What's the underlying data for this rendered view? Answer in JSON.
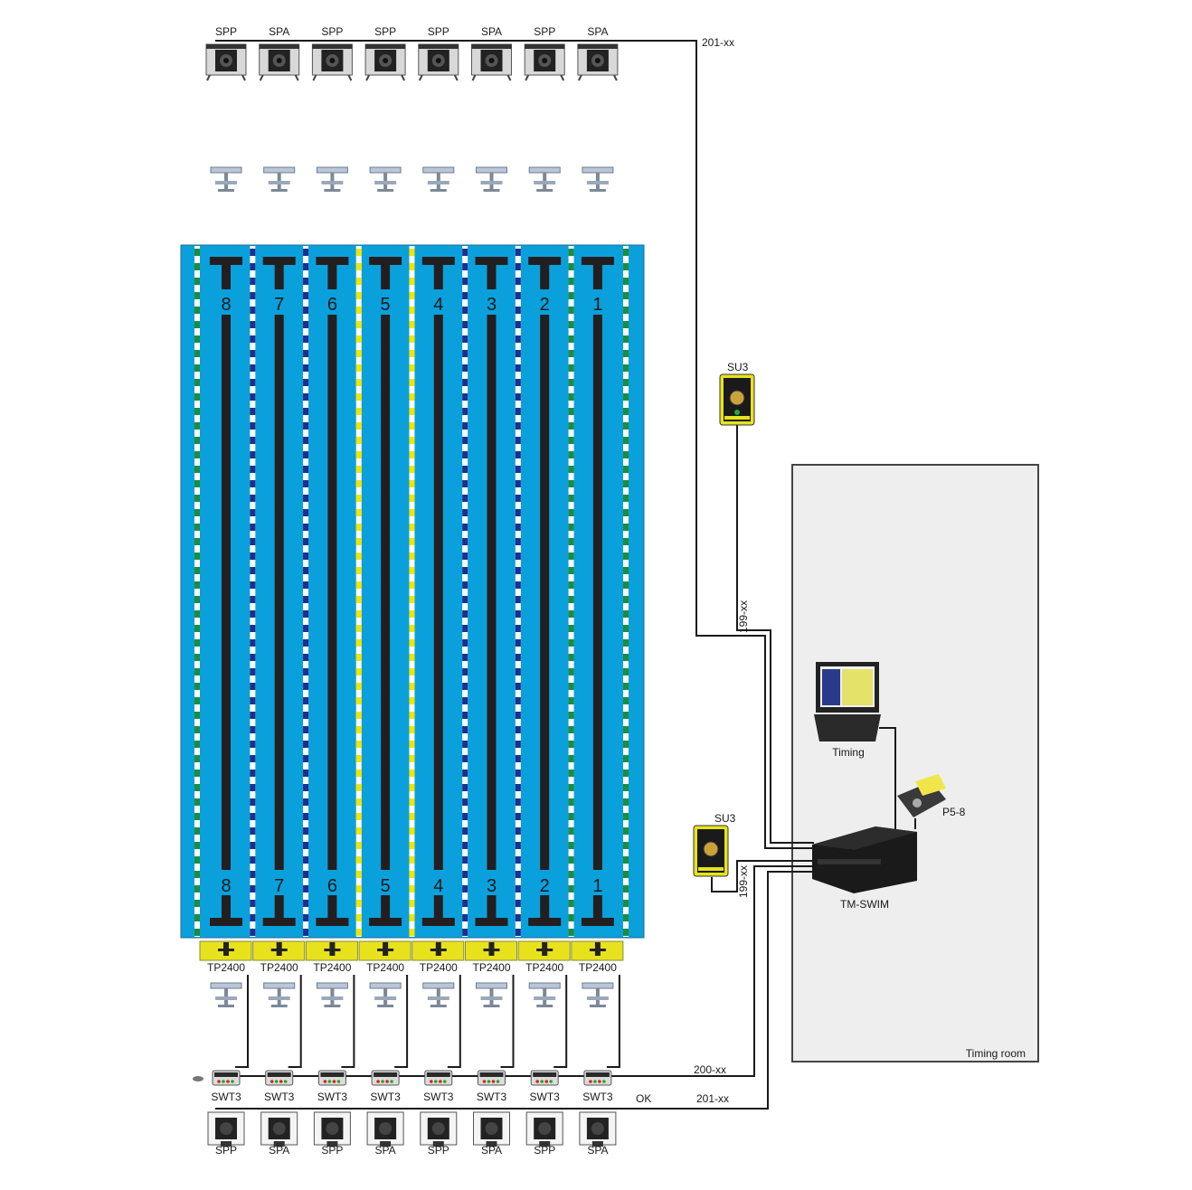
{
  "lanes": [
    "8",
    "7",
    "6",
    "5",
    "4",
    "3",
    "2",
    "1"
  ],
  "top_speakers": [
    "SPP",
    "SPA",
    "SPP",
    "SPP",
    "SPP",
    "SPA",
    "SPP",
    "SPA"
  ],
  "bottom_speakers": [
    "SPP",
    "SPA",
    "SPP",
    "SPA",
    "SPP",
    "SPA",
    "SPP",
    "SPA"
  ],
  "touchpad_label": "TP2400",
  "switch_label": "SWT3",
  "cables": {
    "top_line": "201-xx",
    "su3_top_line": "199-xx",
    "su3_bottom_line": "199-xx",
    "switch_line": "200-xx",
    "bottom_line": "201-xx"
  },
  "ok_label": "OK",
  "devices": {
    "su3_top": "SU3",
    "su3_bottom": "SU3",
    "laptop": "Timing",
    "printer": "P5-8",
    "console": "TM-SWIM"
  },
  "timing_room": "Timing room",
  "colors": {
    "pool_blue": "#0aa0dc",
    "lane_black": "#231f20",
    "touchpad_yellow": "#e8e21c",
    "room_gray": "#eeeeee",
    "rope_green": "#1e8c3c",
    "rope_navy": "#1f2f8a",
    "rope_yellow": "#f2e400"
  }
}
